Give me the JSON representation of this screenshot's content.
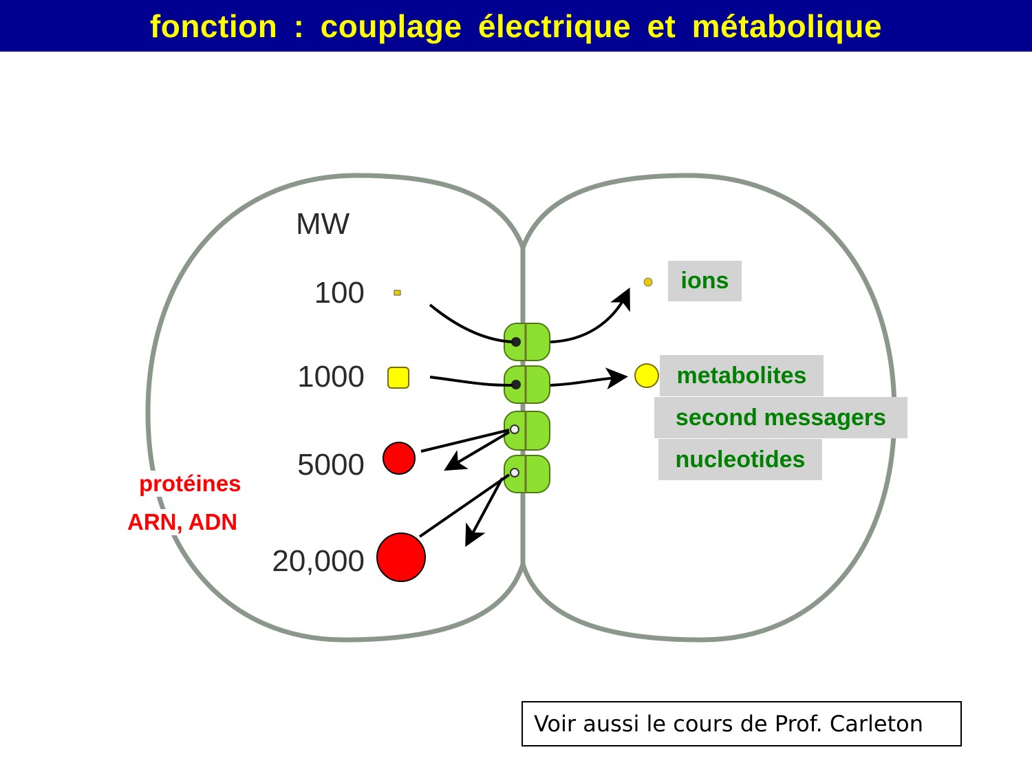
{
  "title": "fonction :  couplage  électrique  et  métabolique",
  "diagram": {
    "axis_label": "MW",
    "mw_values": [
      "100",
      "1000",
      "5000",
      "20,000"
    ],
    "passing_molecules": [
      "ions",
      "metabolites",
      "second messagers",
      "nucleotides"
    ],
    "blocked_molecules": [
      "protéines",
      "ARN, ADN"
    ]
  },
  "reference_note": "Voir aussi le cours de Prof. Carleton",
  "colors": {
    "title_bg": "#000090",
    "title_text": "#ffff00",
    "tag_bg": "#d3d3d3",
    "tag_text": "#008000",
    "blocked_text": "#ff0000",
    "membrane": "#8a978a",
    "channel": "#8ee030"
  }
}
